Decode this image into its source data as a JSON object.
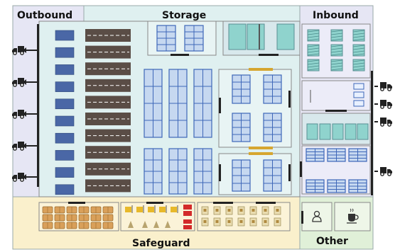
{
  "zones": {
    "outbound": {
      "label": "Outbound",
      "color": "#e6e6f4"
    },
    "storage": {
      "label": "Storage",
      "color": "#dff0f0"
    },
    "inbound": {
      "label": "Inbound",
      "color": "#e6e6f4"
    },
    "safeguard": {
      "label": "Safeguard",
      "color": "#faf0cc"
    },
    "other": {
      "label": "Other",
      "color": "#e0f0d8"
    }
  },
  "icons": {
    "outbound_trucks": 5,
    "inbound_trucks": 4,
    "truck_icon": "truck-icon",
    "person_icon": "worker-icon",
    "cup_icon": "coffee-cup-icon"
  },
  "colors": {
    "rack": "#3e67b8",
    "rack_bg": "#c6d8f0",
    "dock": "#4a67a6",
    "lane": "#5a4d46",
    "shelf": "#8fd3cd",
    "box": "#d9a05a",
    "forklift": "#e8b92a",
    "cart": "#d32a2a",
    "door": "#222",
    "door_gold": "#d6a630"
  }
}
